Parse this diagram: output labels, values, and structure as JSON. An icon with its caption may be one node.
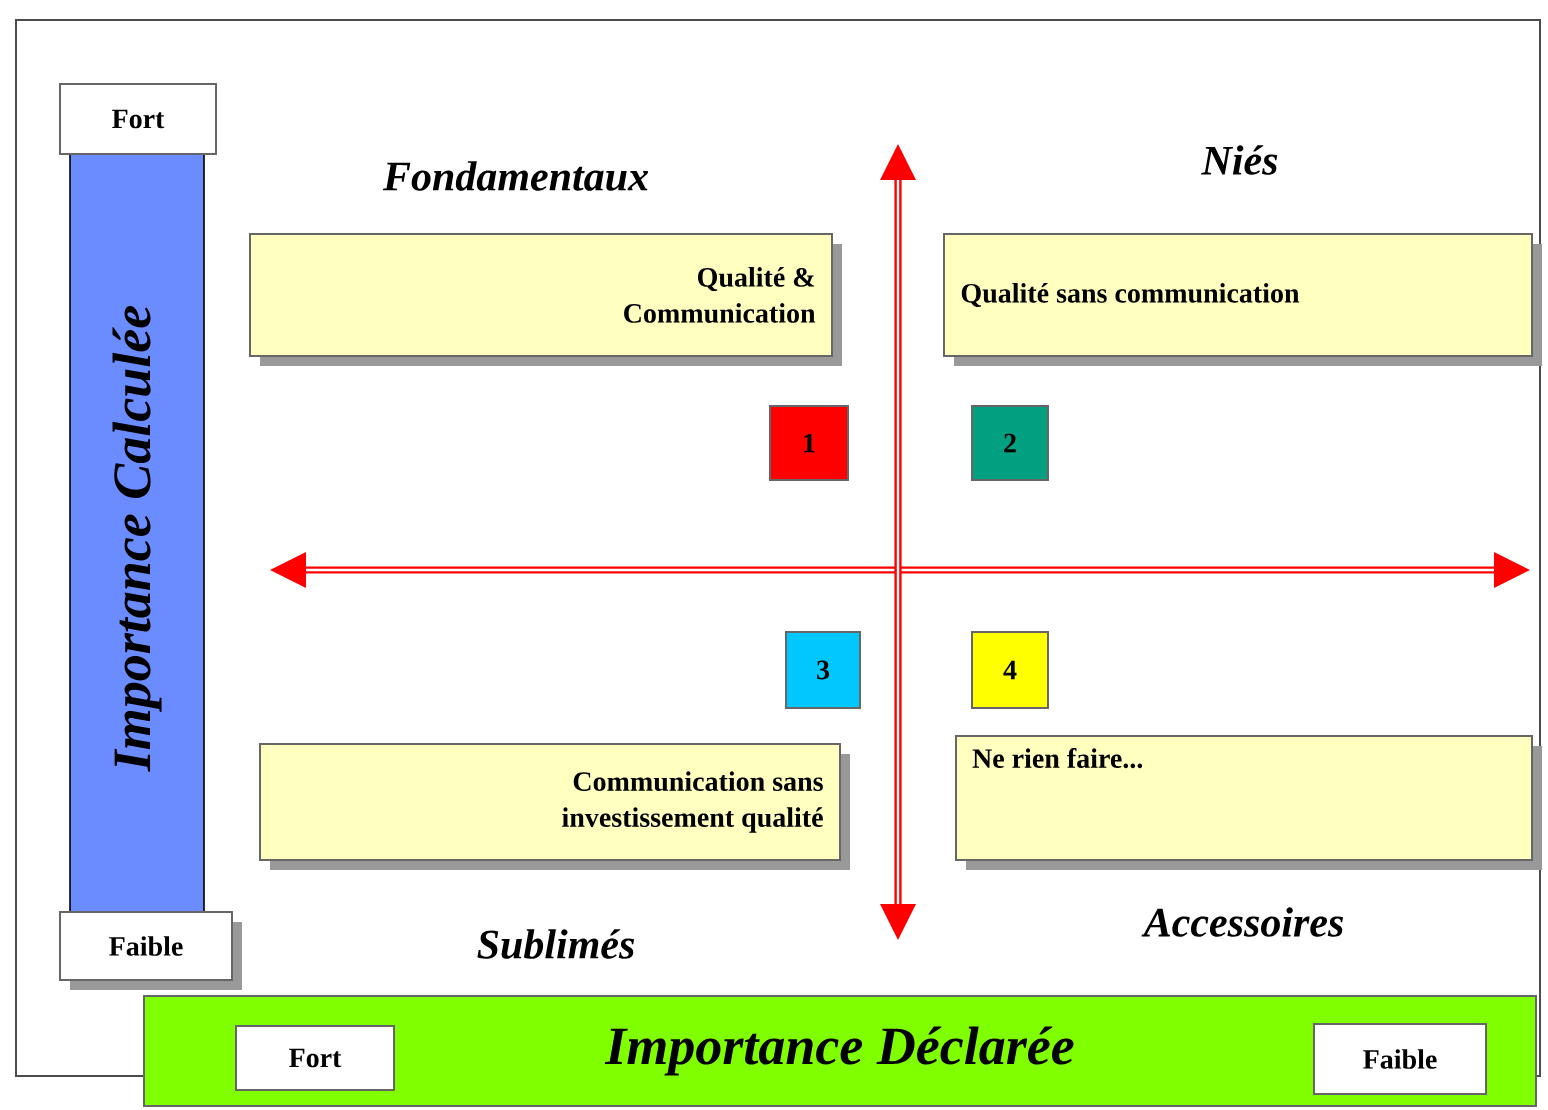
{
  "diagram": {
    "nodes": [
      {
        "text": [
          "Importance Calculée"
        ]
      },
      {
        "text": [
          "Fort"
        ]
      },
      {
        "text": [
          "Faible"
        ]
      },
      {
        "text": [
          "Importance Déclarée"
        ]
      },
      {
        "text": [
          "Fort"
        ],
        "in": 3
      },
      {
        "text": [
          "Faible"
        ],
        "in": 3
      },
      {
        "text": [
          "Qualité & Communication"
        ]
      },
      {
        "text": [
          "Qualité sans communication"
        ]
      },
      {
        "text": [
          "1"
        ]
      },
      {
        "text": [
          "2"
        ]
      },
      {
        "text": [
          "3"
        ]
      },
      {
        "text": [
          "4"
        ]
      },
      {
        "text": [
          "Communication sans investissement qualité"
        ]
      },
      {
        "text": [
          "Ne rien faire..."
        ]
      }
    ],
    "labels": [
      "Fondamentaux",
      "Niés",
      "Sublimés",
      "Accessoires"
    ]
  }
}
